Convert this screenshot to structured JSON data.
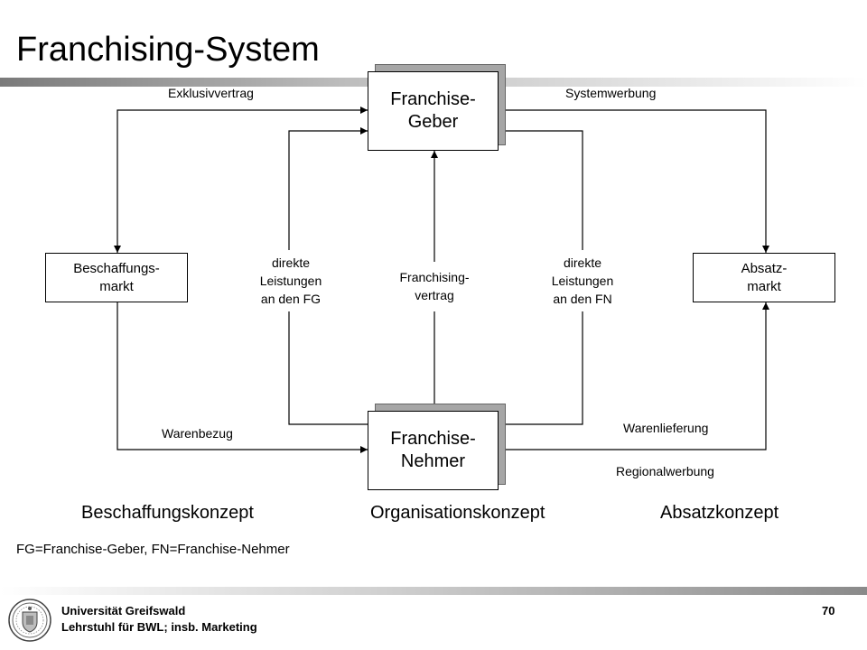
{
  "slide": {
    "title": "Franchising-System",
    "page_number": "70"
  },
  "boxes": {
    "franchisor": "Franchise-\nGeber",
    "franchisee": "Franchise-\nNehmer",
    "procurement_market": "Beschaffungs-\nmarkt",
    "sales_market": "Absatz-\nmarkt"
  },
  "labels": {
    "exclusive_contract": "Exklusivvertrag",
    "system_advertising": "Systemwerbung",
    "services_to_fg": "direkte\nLeistungen\nan den FG",
    "franchise_contract": "Franchising-\nvertrag",
    "services_to_fn": "direkte\nLeistungen\nan den FN",
    "goods_procurement": "Warenbezug",
    "goods_delivery": "Warenlieferung",
    "regional_advertising": "Regionalwerbung"
  },
  "concepts": {
    "procurement": "Beschaffungskonzept",
    "organisation": "Organisationskonzept",
    "sales": "Absatzkonzept"
  },
  "footnote": "FG=Franchise-Geber, FN=Franchise-Nehmer",
  "footer": {
    "university": "Universität Greifswald",
    "chair": "Lehrstuhl für BWL; insb. Marketing"
  },
  "icons": {
    "logo": "university-seal-icon"
  }
}
